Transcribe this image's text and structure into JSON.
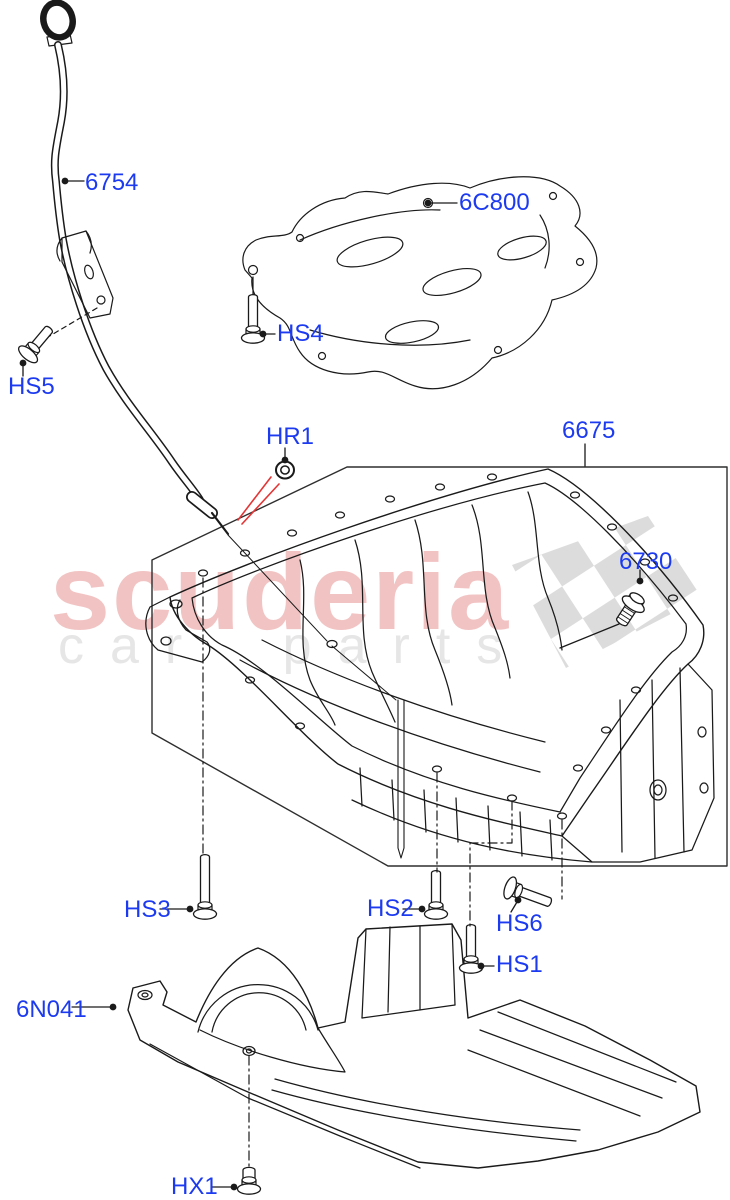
{
  "diagram": {
    "labels": [
      {
        "id": "6754",
        "text": "6754"
      },
      {
        "id": "6C800",
        "text": "6C800"
      },
      {
        "id": "HS4",
        "text": "HS4"
      },
      {
        "id": "HS5",
        "text": "HS5"
      },
      {
        "id": "HR1",
        "text": "HR1"
      },
      {
        "id": "6675",
        "text": "6675"
      },
      {
        "id": "6730",
        "text": "6730"
      },
      {
        "id": "HS3",
        "text": "HS3"
      },
      {
        "id": "HS2",
        "text": "HS2"
      },
      {
        "id": "HS6",
        "text": "HS6"
      },
      {
        "id": "HS1",
        "text": "HS1"
      },
      {
        "id": "6N041",
        "text": "6N041"
      },
      {
        "id": "HX1",
        "text": "HX1"
      }
    ],
    "watermark": {
      "brand": "scuderia",
      "tagline": "car parts"
    },
    "colors": {
      "label_blue": "#1c3bf0",
      "line_black": "#1a1a1a",
      "annotation_red": "#e43535",
      "watermark_pink": "#f2c3c3",
      "watermark_gray": "#e6e6e6",
      "flag_gray": "#dcdcdc",
      "background": "#ffffff"
    }
  }
}
